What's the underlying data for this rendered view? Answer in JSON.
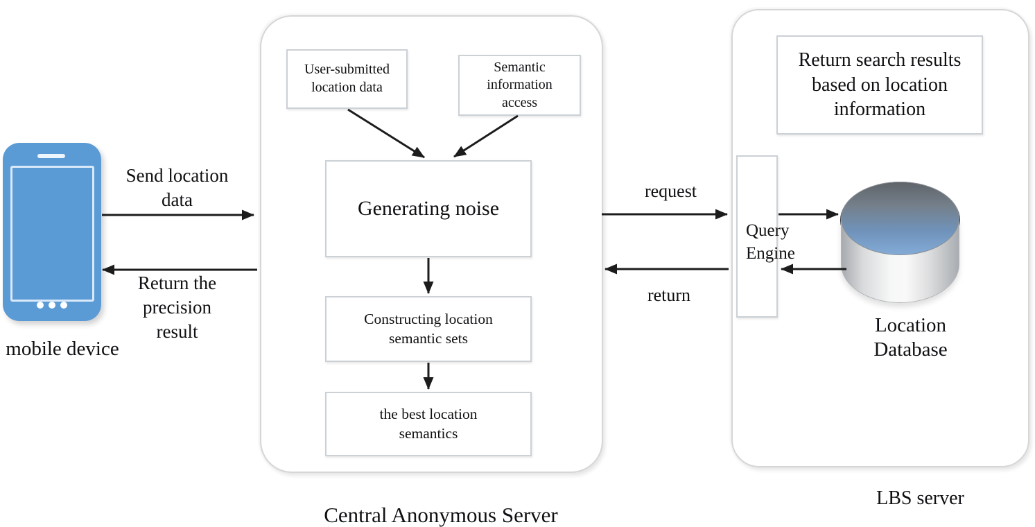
{
  "colors": {
    "phone_blue": "#5b9bd5",
    "phone_screen_border": "#d9e9f9",
    "db_top_gradient_start": "#5f646a",
    "db_top_gradient_end": "#83abd6",
    "db_body_gray": "#d8dadb",
    "box_border": "#ccd1d6",
    "container_border": "#d6d6d6",
    "arrow_black": "#1c1c1c",
    "text_black": "#101014"
  },
  "mobile_device": {
    "icon": "mobile-device-icon",
    "label": "mobile device"
  },
  "flow_labels": {
    "send": "Send location data",
    "return_precision": "Return the precision result",
    "request": "request",
    "return": "return"
  },
  "central_anonymous_server": {
    "title": "Central Anonymous Server",
    "boxes": {
      "user_submitted": "User-submitted location data",
      "semantic_access": "Semantic information access",
      "generating_noise": "Generating noise",
      "constructing_sets": "Constructing location semantic sets",
      "best_semantics": "the best location semantics"
    }
  },
  "lbs_server": {
    "title": "LBS server",
    "boxes": {
      "return_results": "Return search results based on location information",
      "query_engine": "Query Engine"
    },
    "database": {
      "icon": "database-cylinder-icon",
      "label": "Location Database"
    }
  },
  "edges": [
    {
      "from": "mobile device",
      "to": "Central Anonymous Server",
      "label": "Send location data"
    },
    {
      "from": "Central Anonymous Server",
      "to": "mobile device",
      "label": "Return the precision result"
    },
    {
      "from": "User-submitted location data",
      "to": "Generating noise",
      "label": ""
    },
    {
      "from": "Semantic information access",
      "to": "Generating noise",
      "label": ""
    },
    {
      "from": "Generating noise",
      "to": "Constructing location semantic sets",
      "label": ""
    },
    {
      "from": "Constructing location semantic sets",
      "to": "the best location semantics",
      "label": ""
    },
    {
      "from": "Central Anonymous Server",
      "to": "LBS server",
      "label": "request"
    },
    {
      "from": "LBS server",
      "to": "Central Anonymous Server",
      "label": "return"
    },
    {
      "from": "Query Engine",
      "to": "Location Database",
      "label": ""
    },
    {
      "from": "Location Database",
      "to": "Query Engine",
      "label": ""
    }
  ]
}
